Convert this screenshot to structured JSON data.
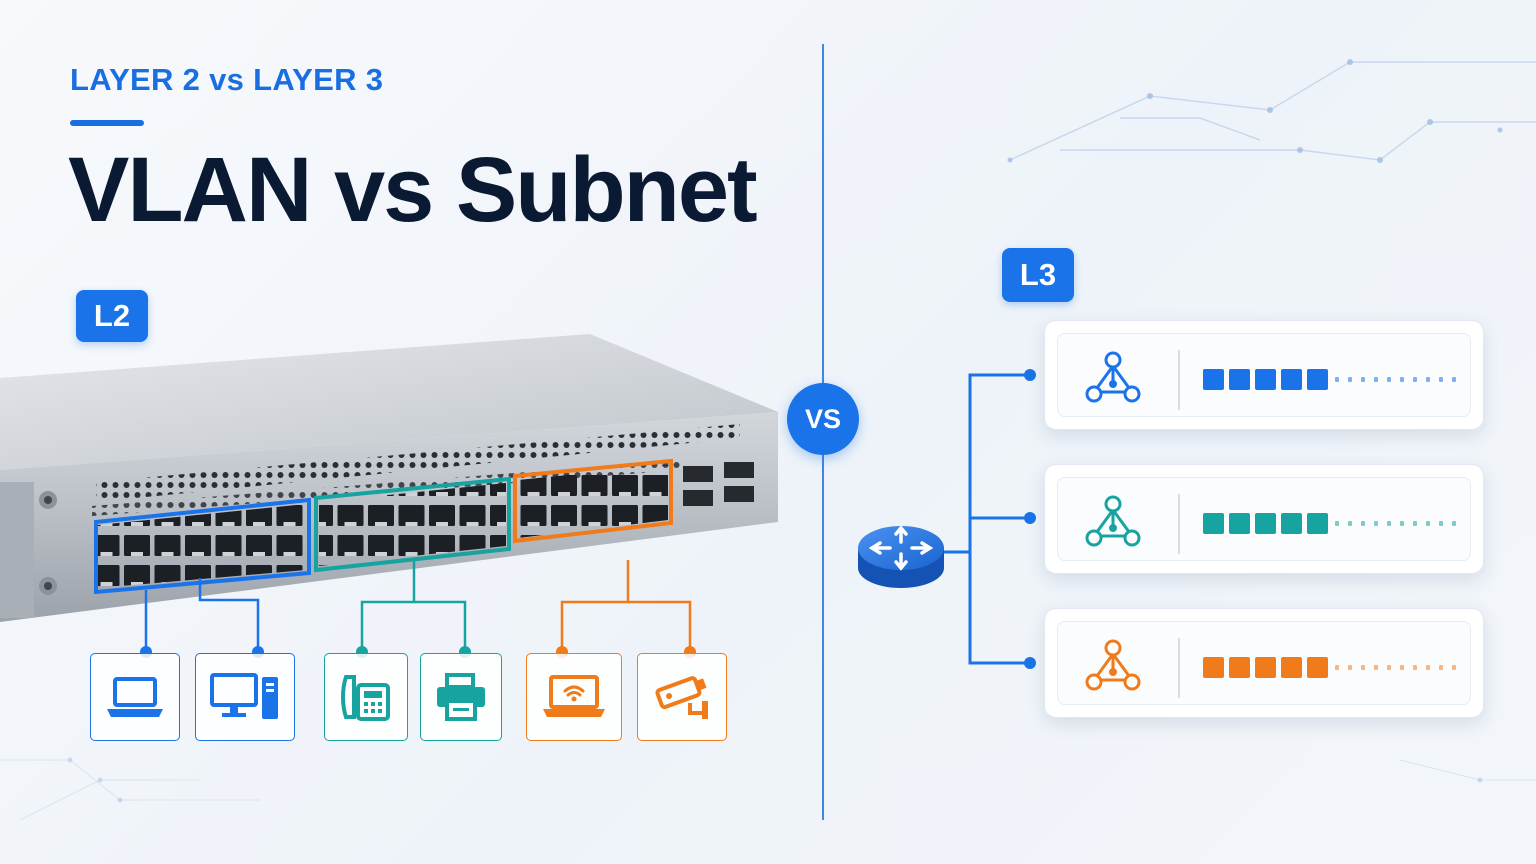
{
  "header": {
    "eyebrow": "LAYER 2 vs LAYER 3",
    "title": "VLAN vs Subnet"
  },
  "badges": {
    "left": "L2",
    "right": "L3"
  },
  "center": {
    "vs_label": "VS"
  },
  "colors": {
    "blue": "#1a73e8",
    "teal": "#17a3a0",
    "orange": "#f07b1b",
    "title": "#0b1a33",
    "divider": "#3f86e8"
  },
  "vlan_groups": [
    {
      "color": "#1a73e8",
      "devices": [
        "laptop-icon",
        "desktop-pc-icon"
      ]
    },
    {
      "color": "#17a3a0",
      "devices": [
        "desk-phone-icon",
        "printer-icon"
      ]
    },
    {
      "color": "#f07b1b",
      "devices": [
        "wifi-laptop-icon",
        "security-camera-icon"
      ]
    }
  ],
  "subnets": [
    {
      "color": "#1a73e8",
      "icon": "network-nodes-icon"
    },
    {
      "color": "#17a3a0",
      "icon": "network-nodes-icon"
    },
    {
      "color": "#f07b1b",
      "icon": "network-nodes-icon"
    }
  ],
  "router": {
    "icon": "router-icon"
  },
  "switch": {
    "icon": "network-switch-icon"
  }
}
